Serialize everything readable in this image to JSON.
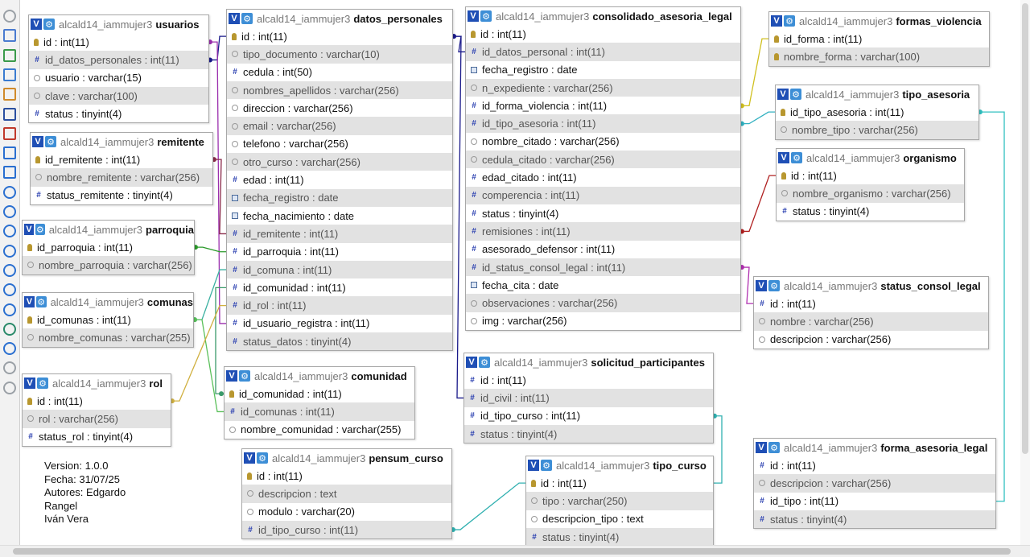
{
  "toolbar": {
    "icons": [
      "toggle-circle-icon",
      "fullscreen-icon",
      "add-icon",
      "export-icon",
      "edit-icon",
      "save-icon",
      "delete-icon",
      "page-icon",
      "relation-icon",
      "help-icon",
      "reload-icon",
      "help-icon",
      "settings-icon",
      "refresh-icon",
      "info-icon",
      "print-icon",
      "db-icon",
      "toggle-icon",
      "disable-icon",
      "anchor-icon"
    ]
  },
  "db_name": "alcald14_iammujer3",
  "tables": [
    {
      "id": "usuarios",
      "name": "usuarios",
      "fields": [
        {
          "label": "id : int(11)",
          "icon": "key",
          "alt": false
        },
        {
          "label": "id_datos_personales : int(11)",
          "icon": "hash",
          "alt": true
        },
        {
          "label": "usuario : varchar(15)",
          "icon": "str",
          "alt": false
        },
        {
          "label": "clave : varchar(100)",
          "icon": "str",
          "alt": true
        },
        {
          "label": "status : tinyint(4)",
          "icon": "hash",
          "alt": false
        }
      ]
    },
    {
      "id": "remitente",
      "name": "remitente",
      "fields": [
        {
          "label": "id_remitente : int(11)",
          "icon": "key",
          "alt": false
        },
        {
          "label": "nombre_remitente : varchar(256)",
          "icon": "str",
          "alt": true
        },
        {
          "label": "status_remitente : tinyint(4)",
          "icon": "hash",
          "alt": false
        }
      ]
    },
    {
      "id": "parroquia",
      "name": "parroquia",
      "fields": [
        {
          "label": "id_parroquia : int(11)",
          "icon": "key",
          "alt": false
        },
        {
          "label": "nombre_parroquia : varchar(256)",
          "icon": "str",
          "alt": true
        }
      ]
    },
    {
      "id": "comunas",
      "name": "comunas",
      "fields": [
        {
          "label": "id_comunas : int(11)",
          "icon": "key",
          "alt": false
        },
        {
          "label": "nombre_comunas : varchar(255)",
          "icon": "str",
          "alt": true
        }
      ]
    },
    {
      "id": "rol",
      "name": "rol",
      "fields": [
        {
          "label": "id : int(11)",
          "icon": "key",
          "alt": false
        },
        {
          "label": "rol : varchar(256)",
          "icon": "str",
          "alt": true
        },
        {
          "label": "status_rol : tinyint(4)",
          "icon": "hash",
          "alt": false
        }
      ]
    },
    {
      "id": "datos_personales",
      "name": "datos_personales",
      "fields": [
        {
          "label": "id : int(11)",
          "icon": "key",
          "alt": false
        },
        {
          "label": "tipo_documento : varchar(10)",
          "icon": "str",
          "alt": true
        },
        {
          "label": "cedula : int(50)",
          "icon": "hash",
          "alt": false
        },
        {
          "label": "nombres_apellidos : varchar(256)",
          "icon": "str",
          "alt": true
        },
        {
          "label": "direccion : varchar(256)",
          "icon": "str",
          "alt": false
        },
        {
          "label": "email : varchar(256)",
          "icon": "str",
          "alt": true
        },
        {
          "label": "telefono : varchar(256)",
          "icon": "str",
          "alt": false
        },
        {
          "label": "otro_curso : varchar(256)",
          "icon": "str",
          "alt": true
        },
        {
          "label": "edad : int(11)",
          "icon": "hash",
          "alt": false
        },
        {
          "label": "fecha_registro : date",
          "icon": "date",
          "alt": true
        },
        {
          "label": "fecha_nacimiento : date",
          "icon": "date",
          "alt": false
        },
        {
          "label": "id_remitente : int(11)",
          "icon": "hash",
          "alt": true
        },
        {
          "label": "id_parroquia : int(11)",
          "icon": "hash",
          "alt": false
        },
        {
          "label": "id_comuna : int(11)",
          "icon": "hash",
          "alt": true
        },
        {
          "label": "id_comunidad : int(11)",
          "icon": "hash",
          "alt": false
        },
        {
          "label": "id_rol : int(11)",
          "icon": "hash",
          "alt": true
        },
        {
          "label": "id_usuario_registra : int(11)",
          "icon": "hash",
          "alt": false
        },
        {
          "label": "status_datos : tinyint(4)",
          "icon": "hash",
          "alt": true
        }
      ]
    },
    {
      "id": "comunidad",
      "name": "comunidad",
      "fields": [
        {
          "label": "id_comunidad : int(11)",
          "icon": "key",
          "alt": false
        },
        {
          "label": "id_comunas : int(11)",
          "icon": "hash",
          "alt": true
        },
        {
          "label": "nombre_comunidad : varchar(255)",
          "icon": "str",
          "alt": false
        }
      ]
    },
    {
      "id": "pensum_curso",
      "name": "pensum_curso",
      "fields": [
        {
          "label": "id : int(11)",
          "icon": "key",
          "alt": false
        },
        {
          "label": "descripcion : text",
          "icon": "text",
          "alt": true
        },
        {
          "label": "modulo : varchar(20)",
          "icon": "str",
          "alt": false
        },
        {
          "label": "id_tipo_curso : int(11)",
          "icon": "hash",
          "alt": true
        }
      ]
    },
    {
      "id": "consolidado_asesoria_legal",
      "name": "consolidado_asesoria_legal",
      "fields": [
        {
          "label": "id : int(11)",
          "icon": "key",
          "alt": false
        },
        {
          "label": "id_datos_personal : int(11)",
          "icon": "hash",
          "alt": true
        },
        {
          "label": "fecha_registro : date",
          "icon": "date",
          "alt": false
        },
        {
          "label": "n_expediente : varchar(256)",
          "icon": "str",
          "alt": true
        },
        {
          "label": "id_forma_violencia : int(11)",
          "icon": "hash",
          "alt": false
        },
        {
          "label": "id_tipo_asesoria : int(11)",
          "icon": "hash",
          "alt": true
        },
        {
          "label": "nombre_citado : varchar(256)",
          "icon": "str",
          "alt": false
        },
        {
          "label": "cedula_citado : varchar(256)",
          "icon": "str",
          "alt": true
        },
        {
          "label": "edad_citado : int(11)",
          "icon": "hash",
          "alt": false
        },
        {
          "label": "comperencia : int(11)",
          "icon": "hash",
          "alt": true
        },
        {
          "label": "status : tinyint(4)",
          "icon": "hash",
          "alt": false
        },
        {
          "label": "remisiones : int(11)",
          "icon": "hash",
          "alt": true
        },
        {
          "label": "asesorado_defensor : int(11)",
          "icon": "hash",
          "alt": false
        },
        {
          "label": "id_status_consol_legal : int(11)",
          "icon": "hash",
          "alt": true
        },
        {
          "label": "fecha_cita : date",
          "icon": "date",
          "alt": false
        },
        {
          "label": "observaciones : varchar(256)",
          "icon": "str",
          "alt": true
        },
        {
          "label": "img : varchar(256)",
          "icon": "str",
          "alt": false
        }
      ]
    },
    {
      "id": "solicitud_participantes",
      "name": "solicitud_participantes",
      "fields": [
        {
          "label": "id : int(11)",
          "icon": "hash",
          "alt": false
        },
        {
          "label": "id_civil : int(11)",
          "icon": "hash",
          "alt": true
        },
        {
          "label": "id_tipo_curso : int(11)",
          "icon": "hash",
          "alt": false
        },
        {
          "label": "status : tinyint(4)",
          "icon": "hash",
          "alt": true
        }
      ]
    },
    {
      "id": "tipo_curso",
      "name": "tipo_curso",
      "fields": [
        {
          "label": "id : int(11)",
          "icon": "key",
          "alt": false
        },
        {
          "label": "tipo : varchar(250)",
          "icon": "str",
          "alt": true
        },
        {
          "label": "descripcion_tipo : text",
          "icon": "text",
          "alt": false
        },
        {
          "label": "status : tinyint(4)",
          "icon": "hash",
          "alt": true
        }
      ]
    },
    {
      "id": "formas_violencia",
      "name": "formas_violencia",
      "fields": [
        {
          "label": "id_forma : int(11)",
          "icon": "key",
          "alt": false
        },
        {
          "label": "nombre_forma : varchar(100)",
          "icon": "key",
          "alt": true
        }
      ]
    },
    {
      "id": "tipo_asesoria",
      "name": "tipo_asesoria",
      "fields": [
        {
          "label": "id_tipo_asesoria : int(11)",
          "icon": "key",
          "alt": false
        },
        {
          "label": "nombre_tipo : varchar(256)",
          "icon": "str",
          "alt": true
        }
      ]
    },
    {
      "id": "organismo",
      "name": "organismo",
      "fields": [
        {
          "label": "id : int(11)",
          "icon": "key",
          "alt": false
        },
        {
          "label": "nombre_organismo : varchar(256)",
          "icon": "str",
          "alt": true
        },
        {
          "label": "status : tinyint(4)",
          "icon": "hash",
          "alt": false
        }
      ]
    },
    {
      "id": "status_consol_legal",
      "name": "status_consol_legal",
      "fields": [
        {
          "label": "id : int(11)",
          "icon": "hash",
          "alt": false
        },
        {
          "label": "nombre : varchar(256)",
          "icon": "str",
          "alt": true
        },
        {
          "label": "descripcion : varchar(256)",
          "icon": "str",
          "alt": false
        }
      ]
    },
    {
      "id": "forma_asesoria_legal",
      "name": "forma_asesoria_legal",
      "fields": [
        {
          "label": "id : int(11)",
          "icon": "hash",
          "alt": false
        },
        {
          "label": "descripcion : varchar(256)",
          "icon": "str",
          "alt": true
        },
        {
          "label": "id_tipo : int(11)",
          "icon": "hash",
          "alt": false
        },
        {
          "label": "status : tinyint(4)",
          "icon": "hash",
          "alt": true
        }
      ]
    }
  ],
  "note": {
    "version": "Version: 1.0.0",
    "fecha": "Fecha: 31/07/25",
    "autores": "Autores: Edgardo",
    "autor1_rest": "Rangel",
    "autor2": "Iván Vera"
  },
  "colors": {
    "header_v": "#1f4fb5",
    "gear": "#3d8ed6",
    "alt_row": "#e2e2e2"
  },
  "button_labels": {
    "toggle": "V",
    "gear": "⚙"
  }
}
